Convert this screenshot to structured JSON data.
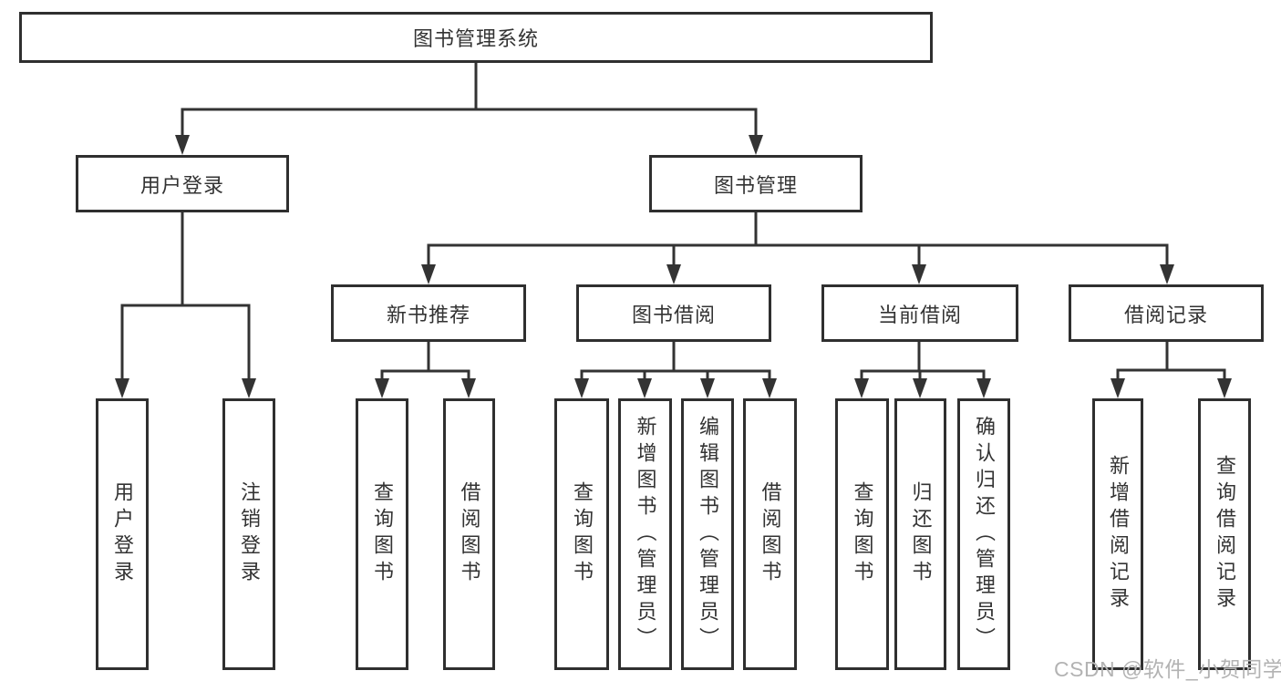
{
  "diagram": {
    "tree": {
      "root": {
        "label": "图书管理系统",
        "children": [
          {
            "label": "用户登录",
            "children": [
              {
                "label": "用户登录"
              },
              {
                "label": "注销登录"
              }
            ]
          },
          {
            "label": "图书管理",
            "children": [
              {
                "label": "新书推荐",
                "children": [
                  {
                    "label": "查询图书"
                  },
                  {
                    "label": "借阅图书"
                  }
                ]
              },
              {
                "label": "图书借阅",
                "children": [
                  {
                    "label": "查询图书"
                  },
                  {
                    "label": "新增图书（管理员）"
                  },
                  {
                    "label": "编辑图书（管理员）"
                  },
                  {
                    "label": "借阅图书"
                  }
                ]
              },
              {
                "label": "当前借阅",
                "children": [
                  {
                    "label": "查询图书"
                  },
                  {
                    "label": "归还图书"
                  },
                  {
                    "label": "确认归还（管理员）"
                  }
                ]
              },
              {
                "label": "借阅记录",
                "children": [
                  {
                    "label": "新增借阅记录"
                  },
                  {
                    "label": "查询借阅记录"
                  }
                ]
              }
            ]
          }
        ]
      }
    }
  },
  "watermark": {
    "text": "CSDN @软件_小贺同学"
  },
  "colors": {
    "line": "#333333",
    "box_border": "#2f2f2f",
    "box_fill": "#ffffff",
    "text": "#333333",
    "watermark": "#b3b3b3",
    "background": "#ffffff"
  }
}
